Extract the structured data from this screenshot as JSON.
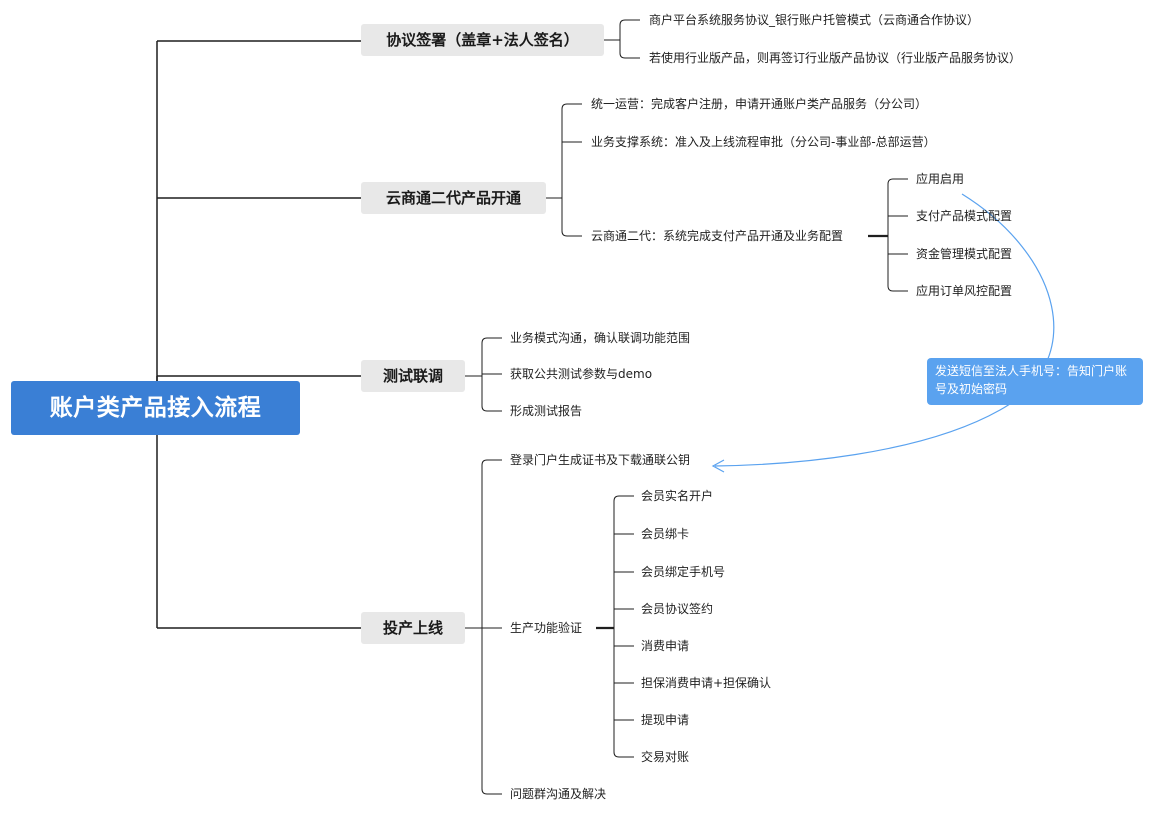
{
  "root": {
    "title": "账户类产品接入流程"
  },
  "branches": {
    "agreement": {
      "label": "协议签署（盖章+法人签名）",
      "items": [
        "商户平台系统服务协议_银行账户托管模式（云商通合作协议）",
        "若使用行业版产品，则再签订行业版产品协议（行业版产品服务协议）"
      ]
    },
    "activation": {
      "label": "云商通二代产品开通",
      "items": [
        "统一运营：完成客户注册，申请开通账户类产品服务（分公司）",
        "业务支撑系统：准入及上线流程审批（分公司-事业部-总部运营）",
        "云商通二代：系统完成支付产品开通及业务配置"
      ],
      "config_items": [
        "应用启用",
        "支付产品模式配置",
        "资金管理模式配置",
        "应用订单风控配置"
      ]
    },
    "testing": {
      "label": "测试联调",
      "items": [
        "业务模式沟通，确认联调功能范围",
        "获取公共测试参数与demo",
        "形成测试报告"
      ]
    },
    "launch": {
      "label": "投产上线",
      "items": [
        "登录门户生成证书及下载通联公钥",
        "生产功能验证",
        "问题群沟通及解决"
      ],
      "verify_items": [
        "会员实名开户",
        "会员绑卡",
        "会员绑定手机号",
        "会员协议签约",
        "消费申请",
        "担保消费申请+担保确认",
        "提现申请",
        "交易对账"
      ]
    }
  },
  "callout": {
    "text": "发送短信至法人手机号：告知门户账号及初始密码"
  },
  "colors": {
    "root_bg": "#3a7fd5",
    "branch_bg": "#e8e8e8",
    "callout_bg": "#5aa2ef",
    "line": "#1f1f1f",
    "arrow": "#5aa2ef"
  }
}
